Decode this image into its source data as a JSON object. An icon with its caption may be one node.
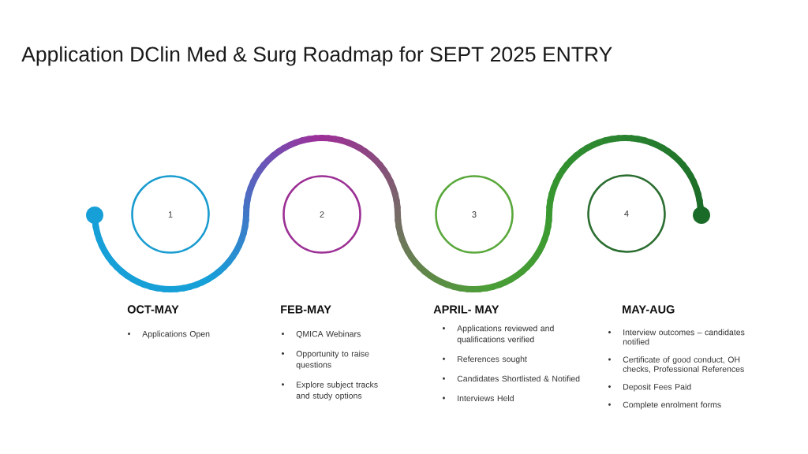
{
  "diagram": {
    "title": "Application DClin Med & Surg Roadmap for SEPT 2025 ENTRY",
    "nodes": [
      {
        "text": [
          "1"
        ],
        "beside": [
          "OCT-MAY",
          "Applications Open"
        ]
      },
      {
        "text": [
          "2"
        ],
        "beside": [
          "FEB-MAY",
          "QMICA Webinars",
          "Opportunity to raise questions",
          "Explore subject tracks and study options"
        ]
      },
      {
        "text": [
          "3"
        ],
        "beside": [
          "APRIL- MAY",
          "Applications reviewed and qualifications verified",
          "References sought",
          "Candidates Shortlisted & Notified",
          "Interviews Held"
        ]
      },
      {
        "text": [
          "4"
        ],
        "beside": [
          "MAY-AUG",
          "Interview outcomes – candidates notified",
          "Certificate of good conduct, OH checks, Professional References",
          "Deposit Fees Paid",
          "Complete enrolment forms"
        ]
      }
    ]
  }
}
